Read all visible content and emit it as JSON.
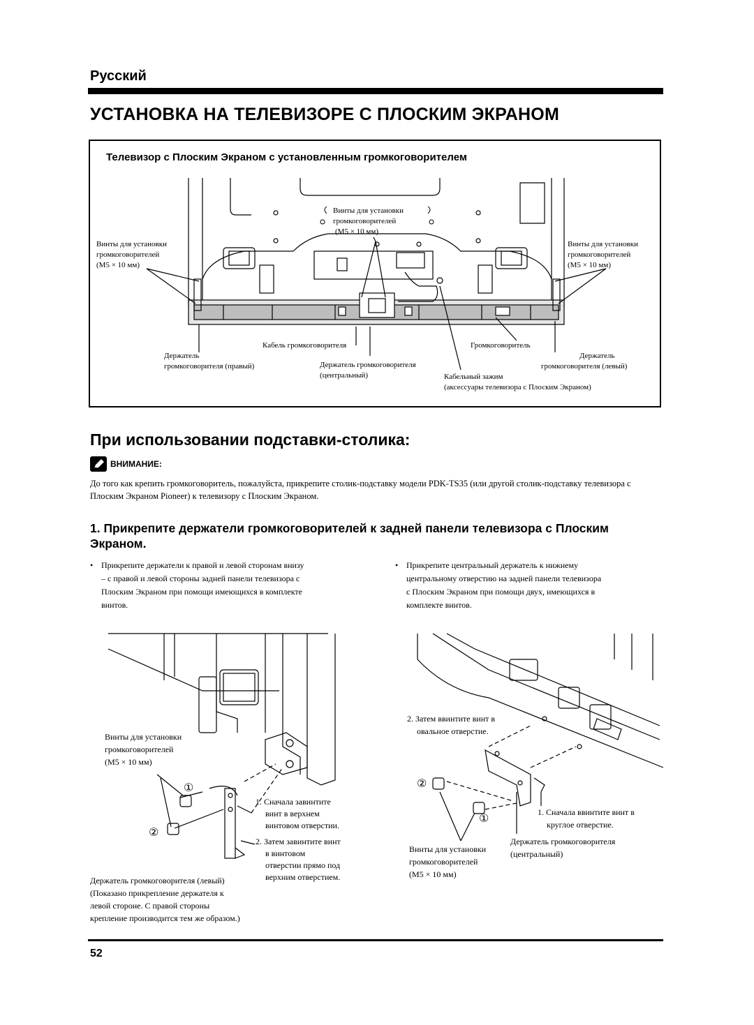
{
  "header": {
    "language": "Русский",
    "title": "УСТАНОВКА НА ТЕЛЕВИЗОРЕ С ПЛОСКИМ ЭКРАНОМ"
  },
  "figure_top": {
    "title": "Телевизор с Плоским Экраном с установленным громкоговорителем",
    "screws_center": [
      "Винты для установки",
      "громкоговорителей",
      "(M5 × 10 мм)"
    ],
    "screws_left": [
      "Винты для установки",
      "громкоговорителей",
      "(M5 × 10 мм)"
    ],
    "screws_right": [
      "Винты для установки",
      "громкоговорителей",
      "(M5 × 10 мм)"
    ],
    "cable": "Кабель громкоговорителя",
    "speaker": "Громкоговоритель",
    "holder_right": [
      "Держатель",
      "громкоговорителя (правый)"
    ],
    "holder_center": [
      "Держатель громкоговорителя",
      "(центральный)"
    ],
    "clamp": [
      "Кабельный зажим",
      "(аксессуары телевизора с Плоским Экраном)"
    ],
    "holder_left": [
      "Держатель",
      "громкоговорителя (левый)"
    ]
  },
  "section": {
    "title": "При использовании подставки-столика:",
    "caution_label": "ВНИМАНИЕ:",
    "caution_text": "До того как крепить громкоговоритель, пожалуйста, прикрепите столик-подставку модели PDK-TS35 (или другой столик-подставку телевизора с Плоским Экраном Pioneer) к телевизору с Плоским Экраном.",
    "step1": "1. Прикрепите держатели громкоговорителей к задней панели телевизора с Плоским Экраном.",
    "bullet_left": [
      "•",
      "Прикрепите держатели к правой и левой сторонам внизу",
      "– с правой и левой стороны задней панели телевизора с",
      "Плоским Экраном при помощи имеющихся в комплекте",
      "винтов."
    ],
    "bullet_right": [
      "•",
      "Прикрепите центральный держатель к нижнему",
      "центральному отверстию на задней панели телевизора",
      "с Плоским Экраном при помощи двух, имеющихся в",
      "комплекте винтов."
    ]
  },
  "figure_left": {
    "screws": [
      "Винты для установки",
      "громкоговорителей",
      "(M5 × 10 мм)"
    ],
    "mark1": "①",
    "mark2": "②",
    "note1": [
      "1. Сначала завинтите",
      "винт в верхнем",
      "винтовом отверстии."
    ],
    "note2": [
      "2. Затем завинтите винт",
      "в винтовом",
      "отверстии прямо под",
      "верхним отверстием."
    ],
    "caption": [
      "Держатель громкоговорителя (левый)",
      "(Показано прикрепление держателя к",
      "левой стороне. С правой стороны",
      "крепление производится тем же образом.)"
    ]
  },
  "figure_right": {
    "note2": [
      "2. Затем ввинтите винт в",
      "овальное отверстие."
    ],
    "mark2": "②",
    "mark1": "①",
    "note1": [
      "1. Сначала ввинтите винт в",
      "круглое отверстие."
    ],
    "screws": [
      "Винты для установки",
      "громкоговорителей",
      "(M5 × 10 мм)"
    ],
    "holder": [
      "Держатель громкоговорителя",
      "(центральный)"
    ]
  },
  "footer": {
    "page_number": "52"
  }
}
